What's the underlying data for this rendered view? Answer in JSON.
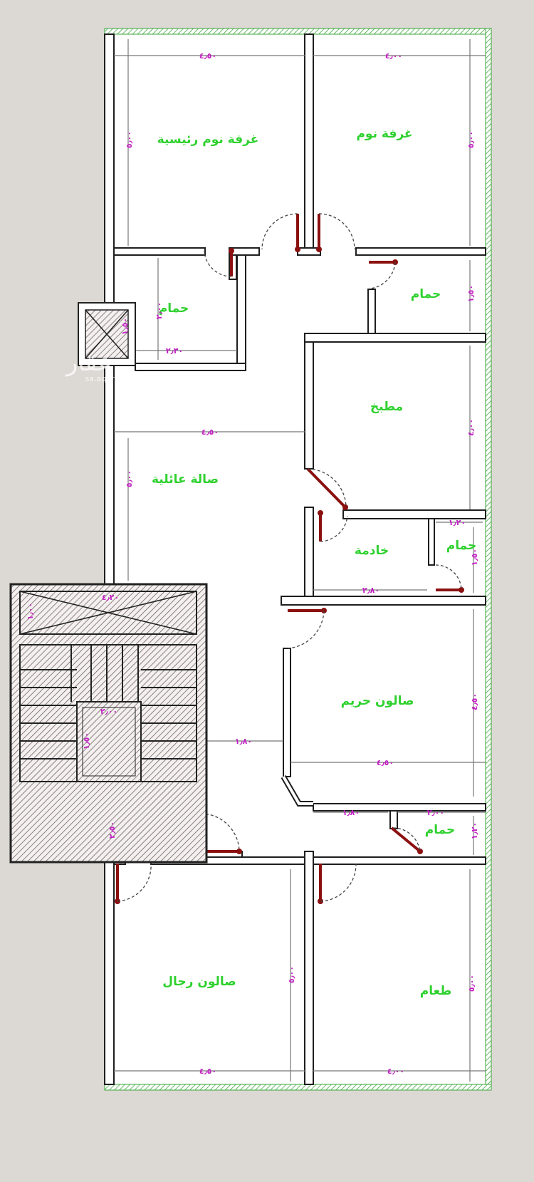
{
  "plan": {
    "rooms": {
      "master_bedroom": "غرفة نوم رئيسية",
      "bedroom": "غرفة نوم",
      "bath_1": "حمام",
      "bath_2": "حمام",
      "kitchen": "مطبخ",
      "family_hall": "صالة عائلية",
      "maid_room": "خادمة",
      "bath_maid": "حمام",
      "ladies_salon": "صالون حريم",
      "bath_3": "حمام",
      "mens_salon": "صالون رجال",
      "dining": "طعام"
    },
    "dimensions": {
      "master_w": "٤٫٥٠",
      "master_h": "٥٫٠٠",
      "bedroom_w": "٤٫٠٠",
      "bedroom_h": "٥٫٠٠",
      "bath1_w": "٢٫٣٠",
      "bath1_h": "٢٫٠٠",
      "elevator": "١٫٥٠",
      "bath2_h": "١٫٥٠",
      "kitchen_h": "٤٫٠٠",
      "hall_w": "٤٫٥٠",
      "hall_h": "٥٫٠٠",
      "maid_w": "٢٫٨٠",
      "bath_maid_w": "١٫٢٠",
      "bath_maid_h": "١٫٥٠",
      "stair_w": "٤٫٢٠",
      "stair_h": "١٫٠٠",
      "stair_well": "٢٫٠٠",
      "stair_well_h": "١٫٥٠",
      "landing": "٢٫٥٠",
      "corridor": "١٫٨٠",
      "ladies_w": "٤٫٥٠",
      "ladies_h": "٤٫٥٠",
      "passage": "١٫٨٠",
      "bath3_w": "٢٫٠٠",
      "bath3_h": "١٫٢٠",
      "mens_w": "٤٫٥٠",
      "mens_h": "٥٫٠٠",
      "dining_w": "٤٫٠٠",
      "dining_h": "٥٫٠٠"
    },
    "watermark": {
      "logo": "عقار",
      "site": "sa.aqar"
    },
    "colors": {
      "wall": "#1e1e1e",
      "door": "#8b1010",
      "label": "#2fd12f",
      "dimension": "#c21ec2",
      "boundary": "#3aa63a",
      "background": "#dcd8d3"
    }
  }
}
